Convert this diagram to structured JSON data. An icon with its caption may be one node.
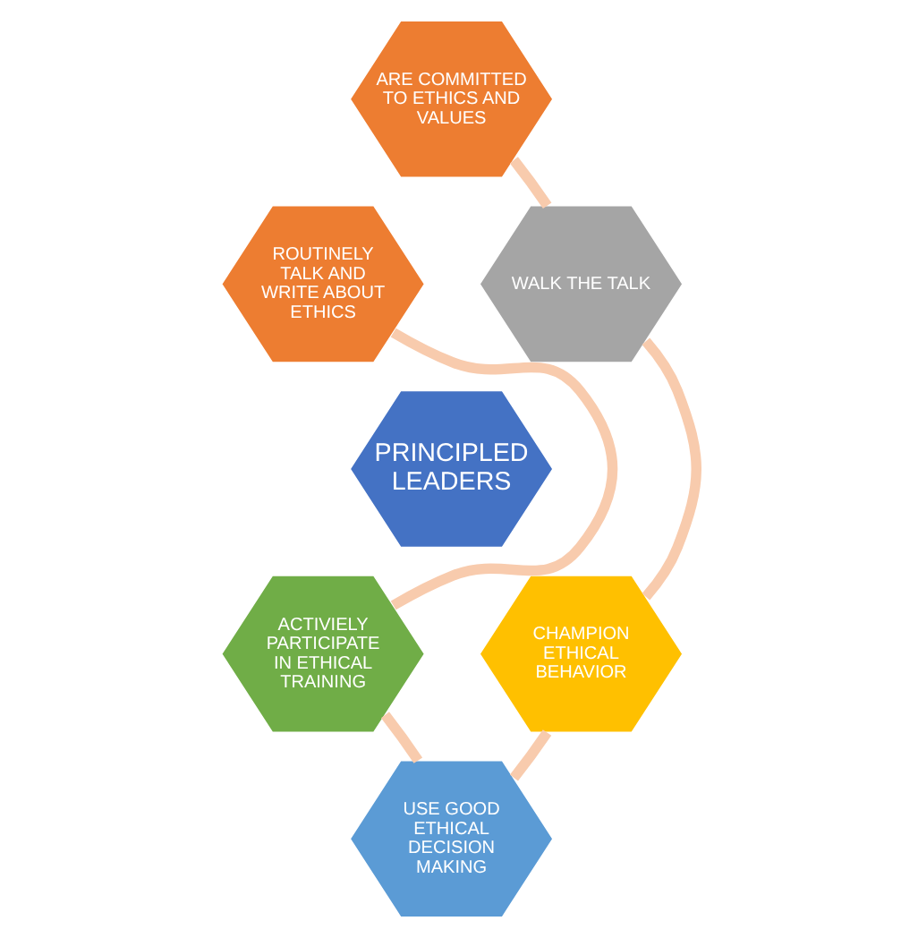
{
  "diagram": {
    "nodes": [
      {
        "text": [
          "ARE COMMITTED TO ETHICS AND VALUES"
        ]
      },
      {
        "text": [
          "ROUTINELY TALK AND WRITE ABOUT ETHICS"
        ]
      },
      {
        "text": [
          "WALK THE TALK"
        ]
      },
      {
        "text": [
          "PRINCIPLED LEADERS"
        ]
      },
      {
        "text": [
          "ACTIVIELY PARTICIPATE IN ETHICAL TRAINING"
        ]
      },
      {
        "text": [
          "CHAMPION ETHICAL BEHAVIOR"
        ]
      },
      {
        "text": [
          "USE GOOD ETHICAL DECISION MAKING"
        ]
      }
    ],
    "edges": [
      {
        "from": 0,
        "to": 2,
        "arrow": "none"
      },
      {
        "from": 2,
        "to": 5,
        "arrow": "none"
      },
      {
        "from": 5,
        "to": 6,
        "arrow": "none"
      },
      {
        "from": 6,
        "to": 4,
        "arrow": "none"
      },
      {
        "from": 4,
        "to": 1,
        "arrow": "none"
      }
    ]
  }
}
